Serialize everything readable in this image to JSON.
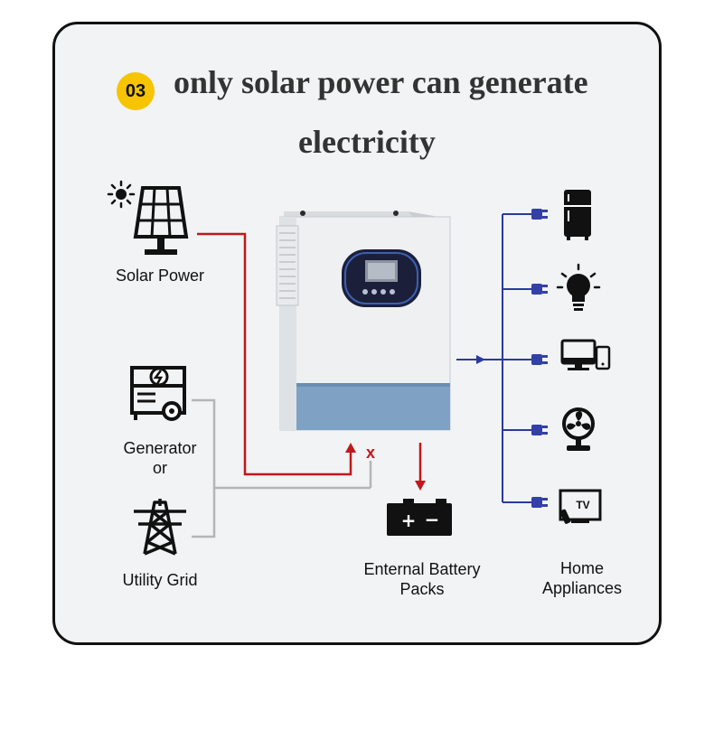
{
  "badge": "03",
  "title_line1": "only solar power can generate",
  "title_line2": "electricity",
  "sources": {
    "solar": "Solar Power",
    "generator": "Generator",
    "or": "or",
    "grid": "Utility Grid"
  },
  "battery": {
    "line1": "Enternal Battery",
    "line2": "Packs",
    "plus": "+",
    "minus": "−"
  },
  "appliances": {
    "line1": "Home",
    "line2": "Appliances",
    "tv_text": "TV"
  },
  "blocked_mark": "x",
  "colors": {
    "badge": "#f6c400",
    "solar_line": "#c0181c",
    "grid_line": "#b5b5b5",
    "appliance_line": "#2b3a9c",
    "plug": "#3340a8",
    "inverter_body": "#eef0f2",
    "inverter_base": "#7fa2c4"
  },
  "icons": [
    "sun-icon",
    "solar-panel-icon",
    "generator-icon",
    "transmission-tower-icon",
    "battery-icon",
    "fridge-icon",
    "lightbulb-icon",
    "computer-icon",
    "fan-icon",
    "tv-icon",
    "plug-icon"
  ]
}
